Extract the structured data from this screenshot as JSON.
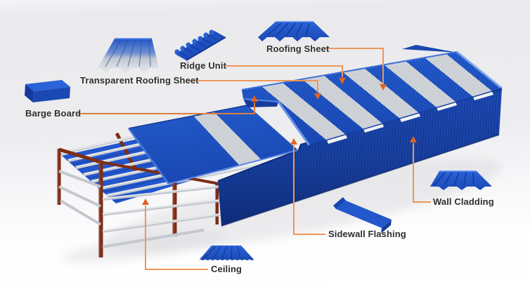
{
  "diagram": {
    "subject": "steel-structure-building-parts",
    "labels": {
      "roofing_sheet": "Roofing Sheet",
      "ridge_unit": "Ridge Unit",
      "transparent_roofing_sheet": "Transparent Roofing Sheet",
      "barge_board": "Barge Board",
      "wall_cladding": "Wall Cladding",
      "sidewall_flashing": "Sidewall Flashing",
      "ceiling": "Ceiling"
    }
  },
  "colors": {
    "roof_blue": "#1F53C6",
    "wall_blue": "#1B47B2",
    "ceiling_blue": "#2257CE",
    "skylight_gray": "#C2C7CD",
    "steel_silver": "#C9CED4",
    "frame_red": "#7C2D18",
    "leader_orange": "#ED9658",
    "arrow_orange": "#E2631F",
    "label_text": "#2E2E2E",
    "background_gray": "#EDEDEF"
  }
}
